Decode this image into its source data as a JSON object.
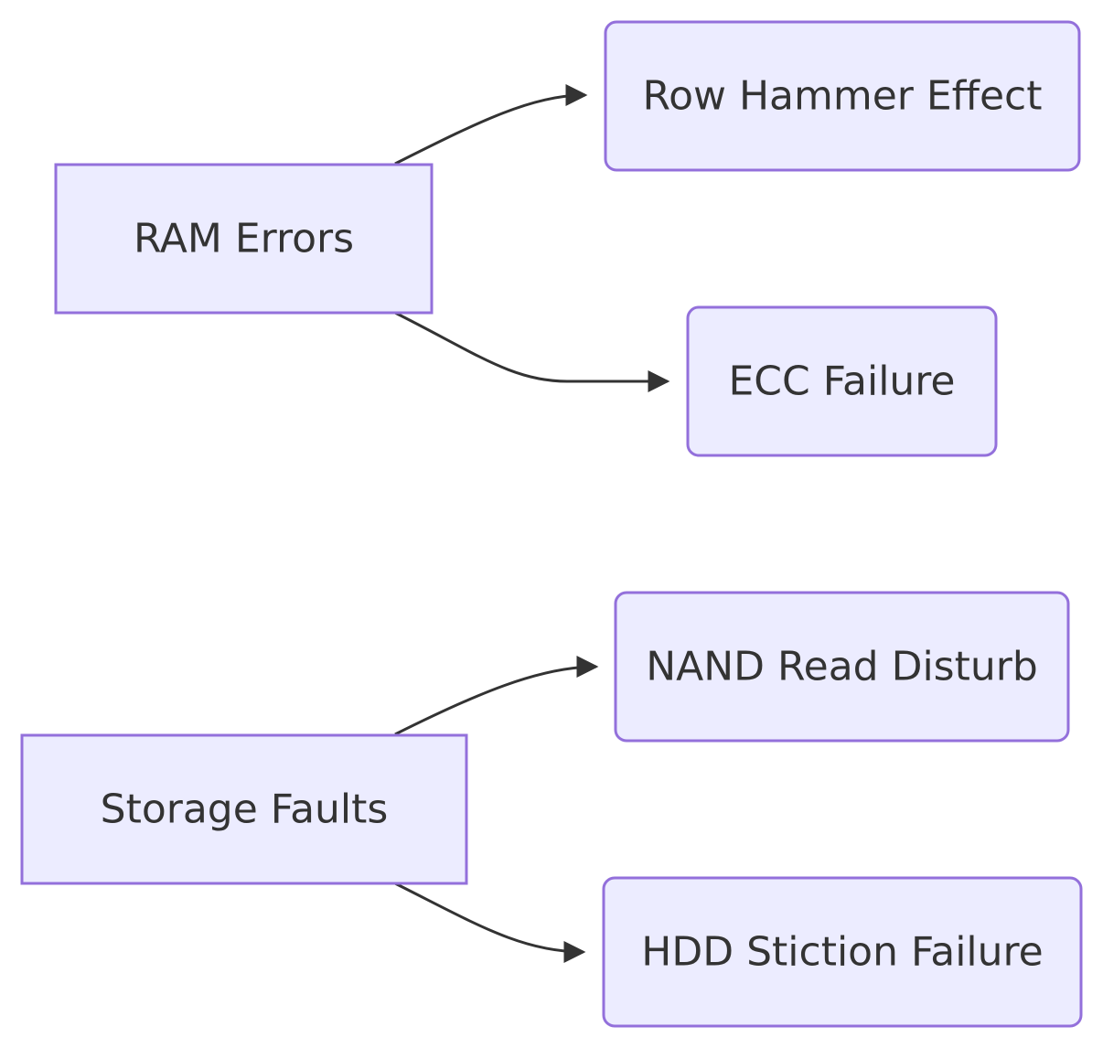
{
  "diagram": {
    "colors": {
      "node_fill": "#ECECFF",
      "node_border": "#9370DB",
      "text": "#333333",
      "edge": "#333333"
    },
    "nodes": [
      {
        "id": "ram",
        "label": "RAM Errors"
      },
      {
        "id": "row",
        "label": "Row Hammer Effect"
      },
      {
        "id": "ecc",
        "label": "ECC Failure"
      },
      {
        "id": "storage",
        "label": "Storage Faults"
      },
      {
        "id": "nand",
        "label": "NAND Read Disturb"
      },
      {
        "id": "hdd",
        "label": "HDD Stiction Failure"
      }
    ],
    "edges": [
      {
        "from": "ram",
        "to": "row"
      },
      {
        "from": "ram",
        "to": "ecc"
      },
      {
        "from": "storage",
        "to": "nand"
      },
      {
        "from": "storage",
        "to": "hdd"
      }
    ]
  }
}
